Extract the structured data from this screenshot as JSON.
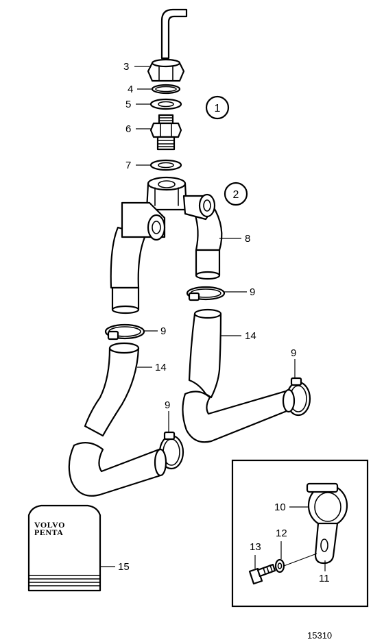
{
  "callouts": {
    "c1": "1",
    "c2": "2",
    "c3": "3",
    "c4": "4",
    "c5": "5",
    "c6": "6",
    "c7": "7",
    "c8": "8",
    "c9a": "9",
    "c9b": "9",
    "c9c": "9",
    "c9d": "9",
    "c10": "10",
    "c11": "11",
    "c12": "12",
    "c13": "13",
    "c14a": "14",
    "c14b": "14",
    "c15": "15"
  },
  "manual": {
    "brand_line1": "VOLVO",
    "brand_line2": "PENTA"
  },
  "figure_ref": "15310"
}
